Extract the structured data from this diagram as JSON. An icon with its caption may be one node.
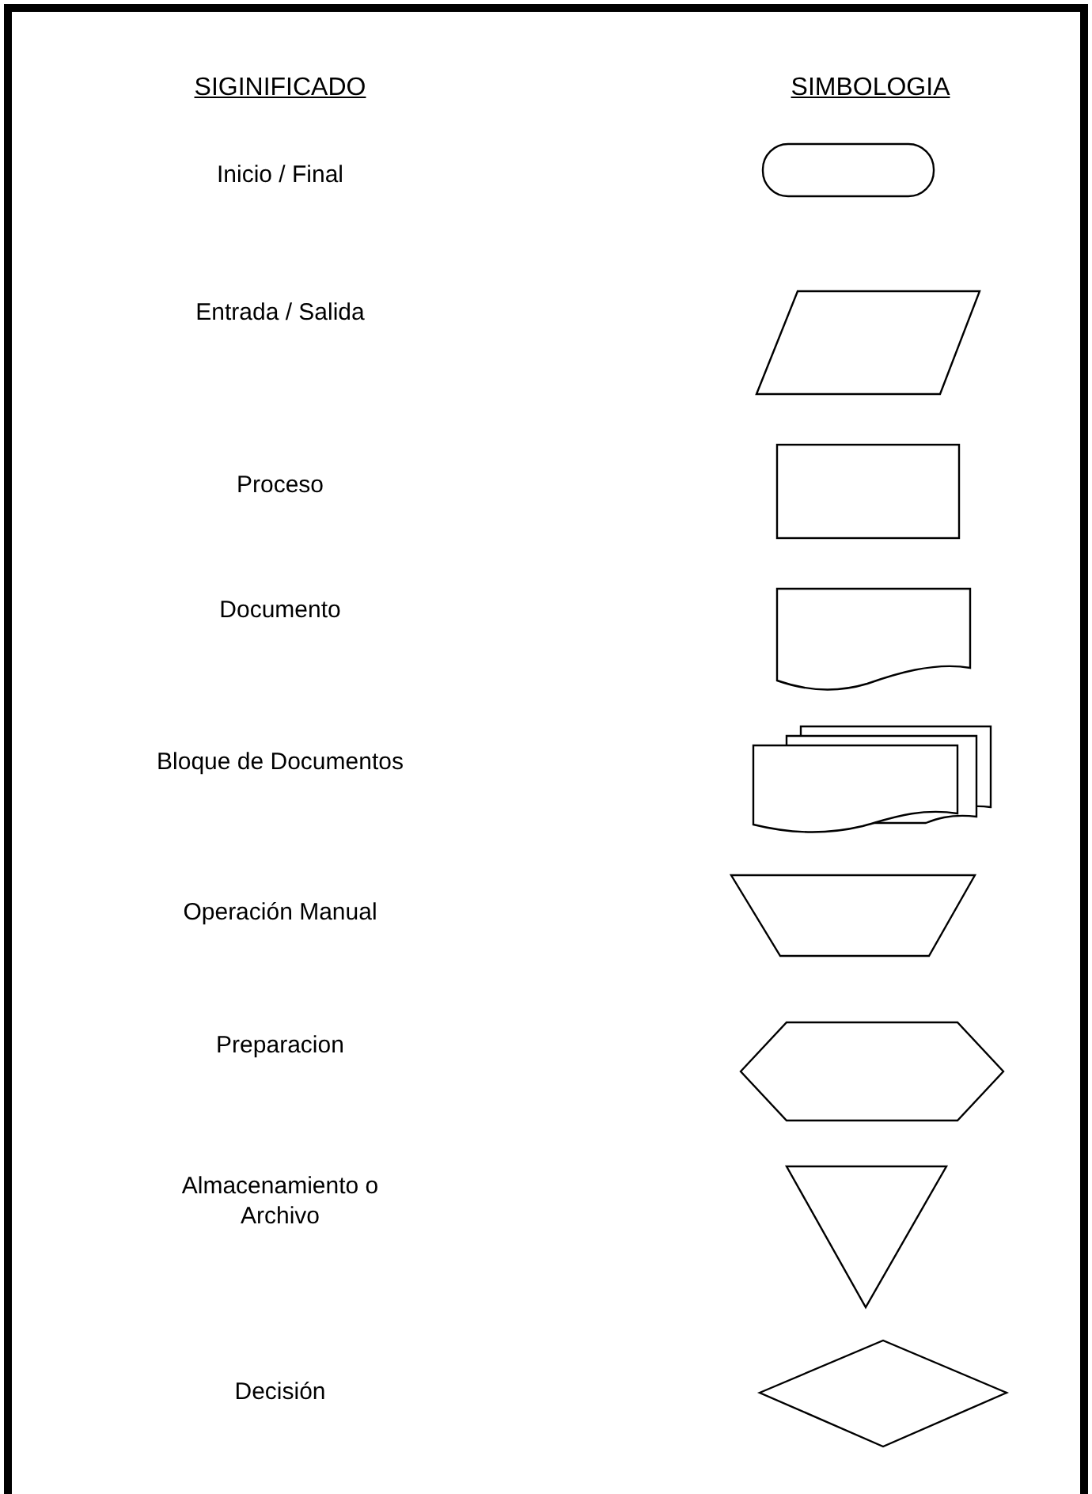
{
  "diagram": {
    "nodes": [
      {
        "text": [],
        "shape": "terminal"
      },
      {
        "text": [],
        "shape": "parallelogram"
      },
      {
        "text": [],
        "shape": "box"
      },
      {
        "text": [],
        "shape": "document"
      },
      {
        "text": [],
        "shape": "documents"
      },
      {
        "text": [],
        "shape": "trapezoid"
      },
      {
        "text": [],
        "shape": "hexagon"
      },
      {
        "text": [],
        "shape": "triangle"
      },
      {
        "text": [],
        "shape": "diamond"
      }
    ],
    "labels": [
      "SIGINIFICADO",
      "SIMBOLOGIA",
      "Inicio / Final",
      "Entrada / Salida",
      "Proceso",
      "Documento",
      "Bloque de Documentos",
      "Operación Manual",
      "Preparacion",
      "Almacenamiento o Archivo",
      "Decisión"
    ]
  }
}
